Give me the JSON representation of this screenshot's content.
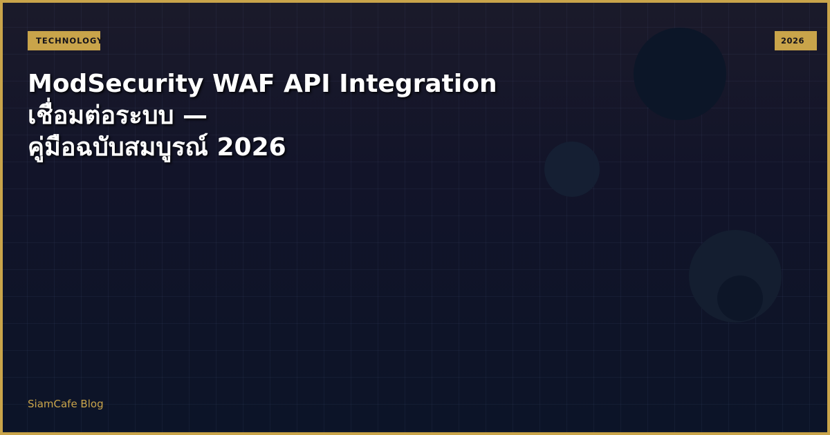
{
  "category_tag": "TECHNOLOGY",
  "year_tag": "2026",
  "title": {
    "line1": "ModSecurity WAF API Integration",
    "line2": "เชื่อมต่อระบบ —",
    "line3": "คู่มือฉบับสมบูรณ์ 2026"
  },
  "brand": "SiamCafe Blog",
  "colors": {
    "accent": "#c9a44a",
    "background": "#0d1325",
    "title": "#ffffff"
  }
}
